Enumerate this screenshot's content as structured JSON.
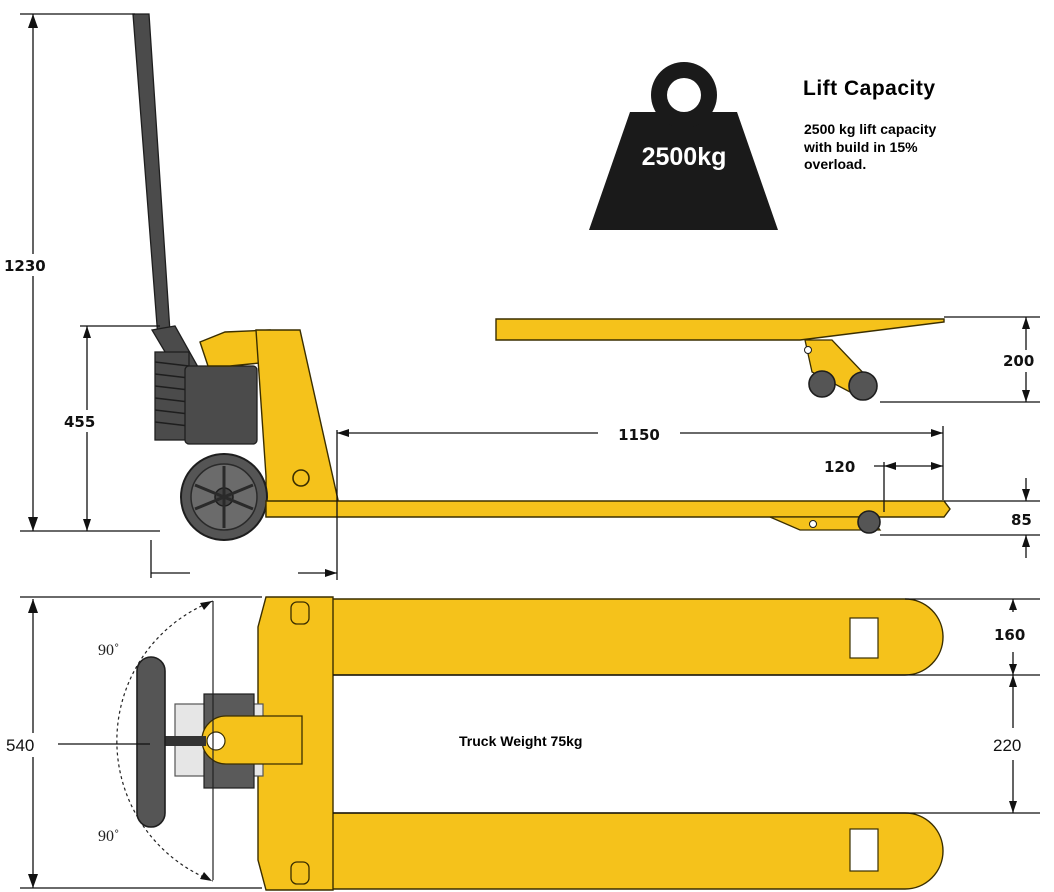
{
  "lift_capacity": {
    "title": "Lift Capacity",
    "weight_label": "2500kg",
    "description_lines": [
      "2500 kg  lift capacity",
      "with build in 15%",
      "overload."
    ]
  },
  "truck_weight": "Truck Weight 75kg",
  "dimensions": {
    "overall_height": "1230",
    "handle_height": "455",
    "fork_length": "1150",
    "fork_tip": "120",
    "raised_height": "200",
    "lowered_height": "85",
    "fork_width": "160",
    "fork_gap": "220",
    "overall_width": "540"
  },
  "angles": {
    "upper": "90˚",
    "lower": "90˚"
  },
  "colors": {
    "body": "#f5c21b",
    "handle": "#4b4b4b",
    "outline": "#1e1e1e"
  }
}
